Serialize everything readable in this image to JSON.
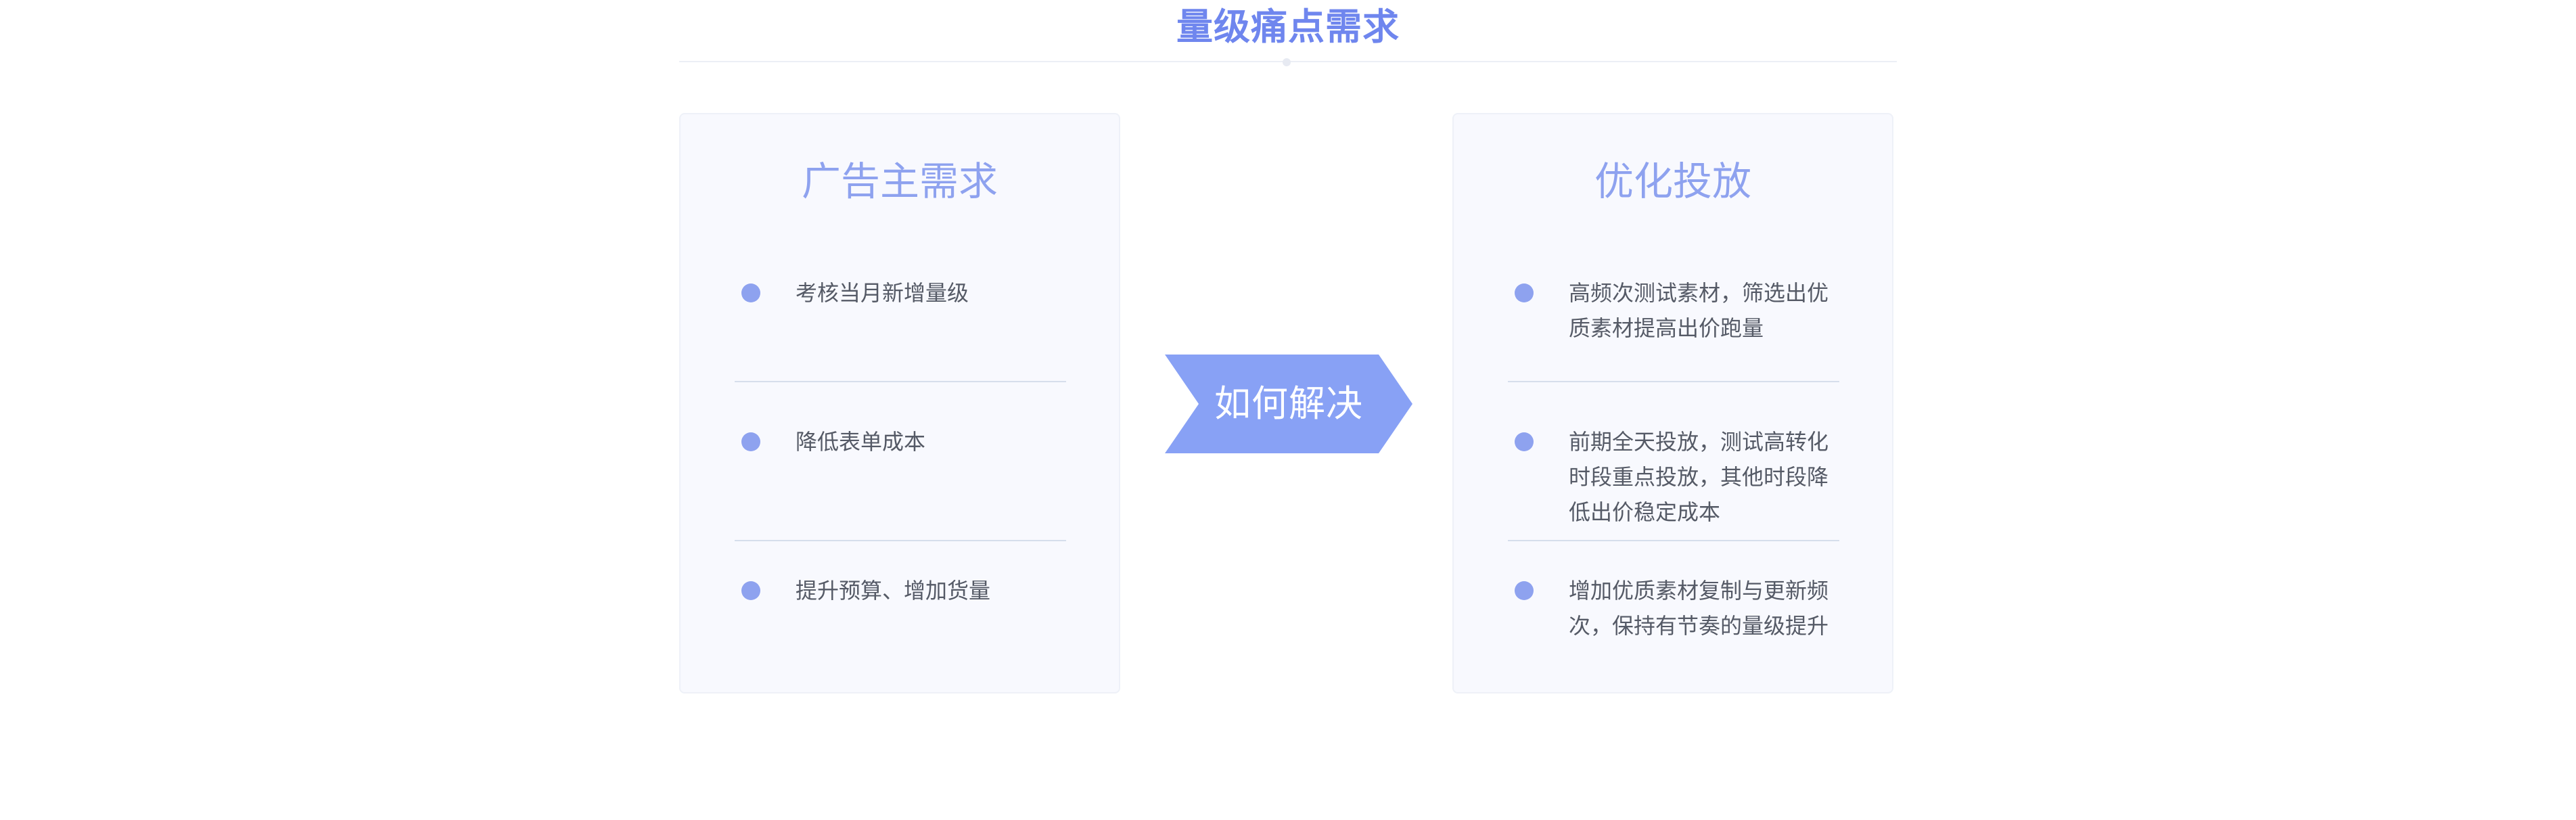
{
  "section": {
    "title": "量级痛点需求"
  },
  "theme": {
    "accent": "#6f86ee",
    "card_title": "#8ea2ef",
    "bullet": "#8ea2ef",
    "ribbon": "#88a1f5"
  },
  "left_card": {
    "title": "广告主需求",
    "items": [
      {
        "text": "考核当月新增量级"
      },
      {
        "text": "降低表单成本"
      },
      {
        "text": "提升预算、增加货量"
      }
    ]
  },
  "center": {
    "label": "如何解决"
  },
  "right_card": {
    "title": "优化投放",
    "items": [
      {
        "text": "高频次测试素材，筛选出优质素材提高出价跑量"
      },
      {
        "text": "前期全天投放，测试高转化时段重点投放，其他时段降低出价稳定成本"
      },
      {
        "text": "增加优质素材复制与更新频次，保持有节奏的量级提升"
      }
    ]
  }
}
